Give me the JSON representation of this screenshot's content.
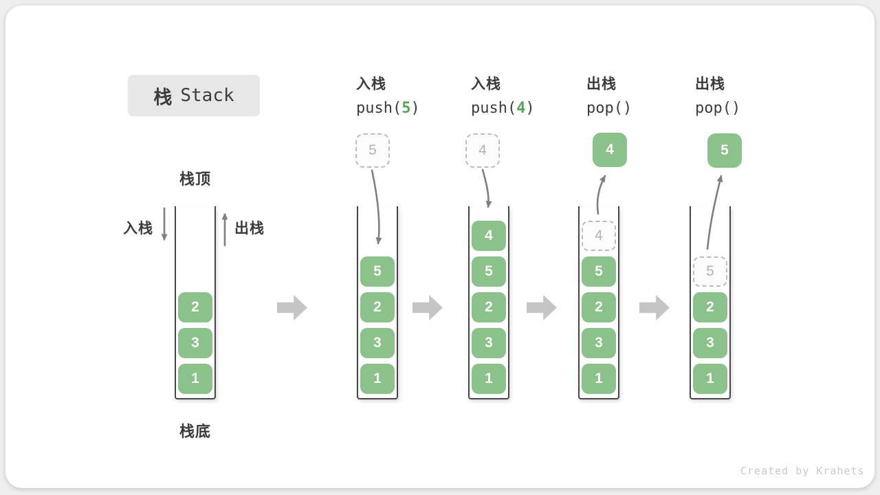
{
  "title": {
    "zh": "栈",
    "en": "Stack"
  },
  "side_labels": {
    "stack_top": "栈顶",
    "stack_bottom": "栈底",
    "push": "入栈",
    "pop": "出栈"
  },
  "operations": [
    {
      "label": "入栈",
      "pre": "push(",
      "arg": "5",
      "post": ")"
    },
    {
      "label": "入栈",
      "pre": "push(",
      "arg": "4",
      "post": ")"
    },
    {
      "label": "出栈",
      "pre": "pop(",
      "arg": "",
      "post": ")"
    },
    {
      "label": "出栈",
      "pre": "pop(",
      "arg": "",
      "post": ")"
    }
  ],
  "floating_boxes": [
    {
      "value": "5",
      "style": "dashed"
    },
    {
      "value": "4",
      "style": "dashed"
    },
    {
      "value": "4",
      "style": "solid"
    },
    {
      "value": "5",
      "style": "solid"
    }
  ],
  "stacks": [
    {
      "cells": [
        {
          "value": "2"
        },
        {
          "value": "3"
        },
        {
          "value": "1"
        }
      ]
    },
    {
      "cells": [
        {
          "value": "5"
        },
        {
          "value": "2"
        },
        {
          "value": "3"
        },
        {
          "value": "1"
        }
      ]
    },
    {
      "cells": [
        {
          "value": "4"
        },
        {
          "value": "5"
        },
        {
          "value": "2"
        },
        {
          "value": "3"
        },
        {
          "value": "1"
        }
      ]
    },
    {
      "cells": [
        {
          "value": "4",
          "ghost": true
        },
        {
          "value": "5"
        },
        {
          "value": "2"
        },
        {
          "value": "3"
        },
        {
          "value": "1"
        }
      ]
    },
    {
      "cells": [
        {
          "value": "5",
          "ghost": true
        },
        {
          "value": "2"
        },
        {
          "value": "3"
        },
        {
          "value": "1"
        }
      ]
    }
  ],
  "watermark": "Created by Krahets",
  "colors": {
    "cell_green": "#8bc18b",
    "code_arg_green": "#56a559",
    "arrow_gray": "#7f7f7f",
    "block_arrow_gray": "#c5c5c5",
    "dashed_border": "#bcbcbc",
    "title_bg": "#e7e7e7",
    "text_dark": "#3b3b3b"
  }
}
